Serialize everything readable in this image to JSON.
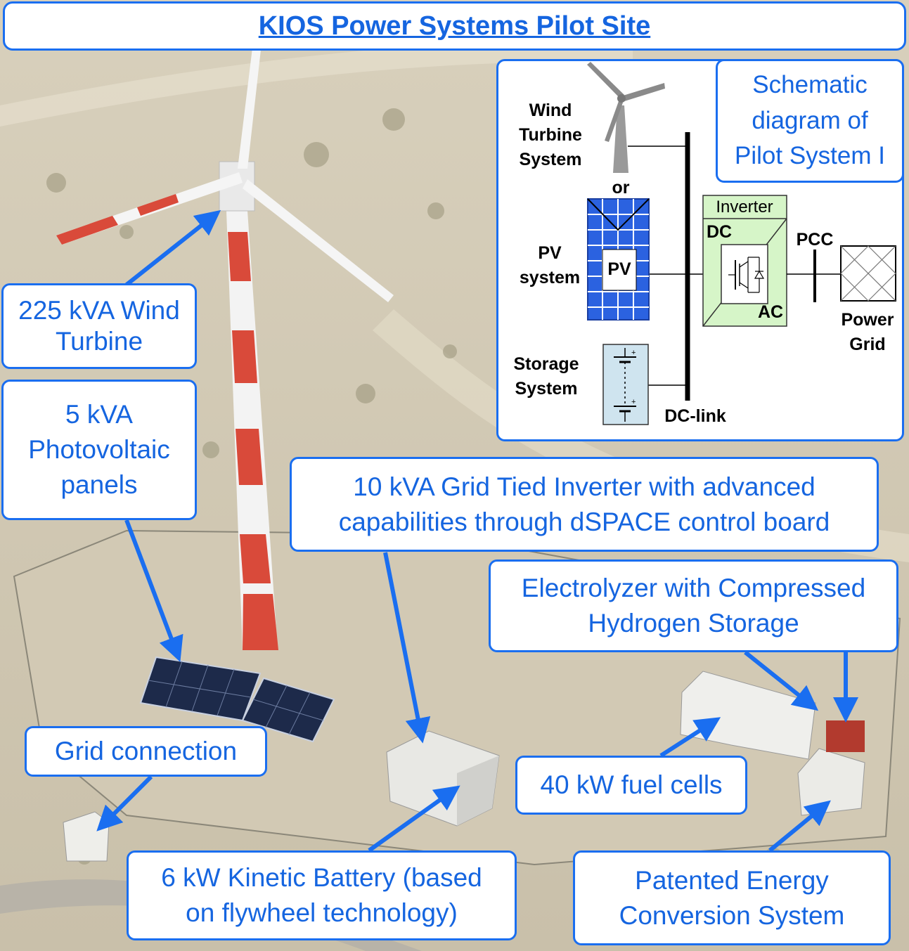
{
  "title": "KIOS Power Systems Pilot Site",
  "labels": {
    "wind_turbine": [
      "225 kVA Wind",
      "Turbine"
    ],
    "pv_panels": [
      "5 kVA",
      "Photovoltaic",
      "panels"
    ],
    "inverter": [
      "10 kVA Grid Tied Inverter with advanced",
      "capabilities through dSPACE control board"
    ],
    "electrolyzer": [
      "Electrolyzer with Compressed",
      "Hydrogen Storage"
    ],
    "grid_connection": "Grid connection",
    "fuel_cells": "40 kW fuel cells",
    "kinetic_battery": [
      "6 kW Kinetic Battery (based",
      "on flywheel technology)"
    ],
    "energy_conversion": [
      "Patented Energy",
      "Conversion System"
    ]
  },
  "schematic": {
    "title": [
      "Schematic",
      "diagram of",
      "Pilot System I"
    ],
    "wind": [
      "Wind",
      "Turbine",
      "System"
    ],
    "or": "or",
    "pv_system": [
      "PV",
      "system"
    ],
    "pv_box": "PV",
    "storage": [
      "Storage",
      "System"
    ],
    "dc_link": "DC-link",
    "inverter": "Inverter",
    "dc": "DC",
    "ac": "AC",
    "pcc": "PCC",
    "power_grid": [
      "Power",
      "Grid"
    ]
  },
  "colors": {
    "accent": "#1a6ef0",
    "label_text": "#1565e0",
    "inverter_fill": "#d6f5c8",
    "pv_fill": "#2b62e0",
    "storage_fill": "#cfe4ef",
    "tower_red": "#d94a3a"
  }
}
